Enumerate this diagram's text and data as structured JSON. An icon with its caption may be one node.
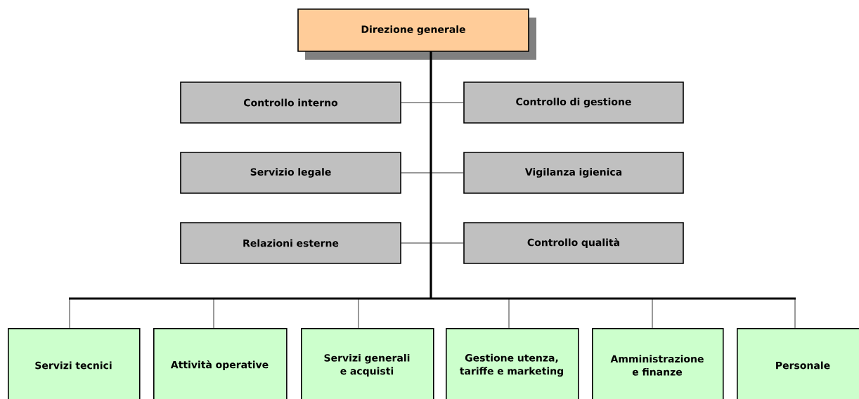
{
  "diagram": {
    "nodes": [
      {
        "text": [
          "Direzione generale"
        ]
      },
      {
        "text": [
          "Controllo interno"
        ]
      },
      {
        "text": [
          "Controllo di gestione"
        ]
      },
      {
        "text": [
          "Servizio legale"
        ]
      },
      {
        "text": [
          "Vigilanza igienica"
        ]
      },
      {
        "text": [
          "Relazioni esterne"
        ]
      },
      {
        "text": [
          "Controllo qualità"
        ]
      },
      {
        "text": [
          "Servizi tecnici"
        ]
      },
      {
        "text": [
          "Attività operative"
        ]
      },
      {
        "text": [
          "Servizi generali e acquisti"
        ]
      },
      {
        "text": [
          "Gestione utenza, tariffe e marketing"
        ]
      },
      {
        "text": [
          "Amministrazione e finanze"
        ]
      },
      {
        "text": [
          "Personale"
        ]
      }
    ],
    "edges": [
      {
        "from": 0,
        "to": 1,
        "arrow": "none"
      },
      {
        "from": 0,
        "to": 2,
        "arrow": "none"
      },
      {
        "from": 0,
        "to": 3,
        "arrow": "none"
      },
      {
        "from": 0,
        "to": 4,
        "arrow": "none"
      },
      {
        "from": 0,
        "to": 5,
        "arrow": "none"
      },
      {
        "from": 0,
        "to": 6,
        "arrow": "none"
      },
      {
        "from": 0,
        "to": 7,
        "arrow": "none"
      },
      {
        "from": 0,
        "to": 8,
        "arrow": "none"
      },
      {
        "from": 0,
        "to": 9,
        "arrow": "none"
      },
      {
        "from": 0,
        "to": 10,
        "arrow": "none"
      },
      {
        "from": 0,
        "to": 11,
        "arrow": "none"
      },
      {
        "from": 0,
        "to": 12,
        "arrow": "none"
      }
    ]
  }
}
